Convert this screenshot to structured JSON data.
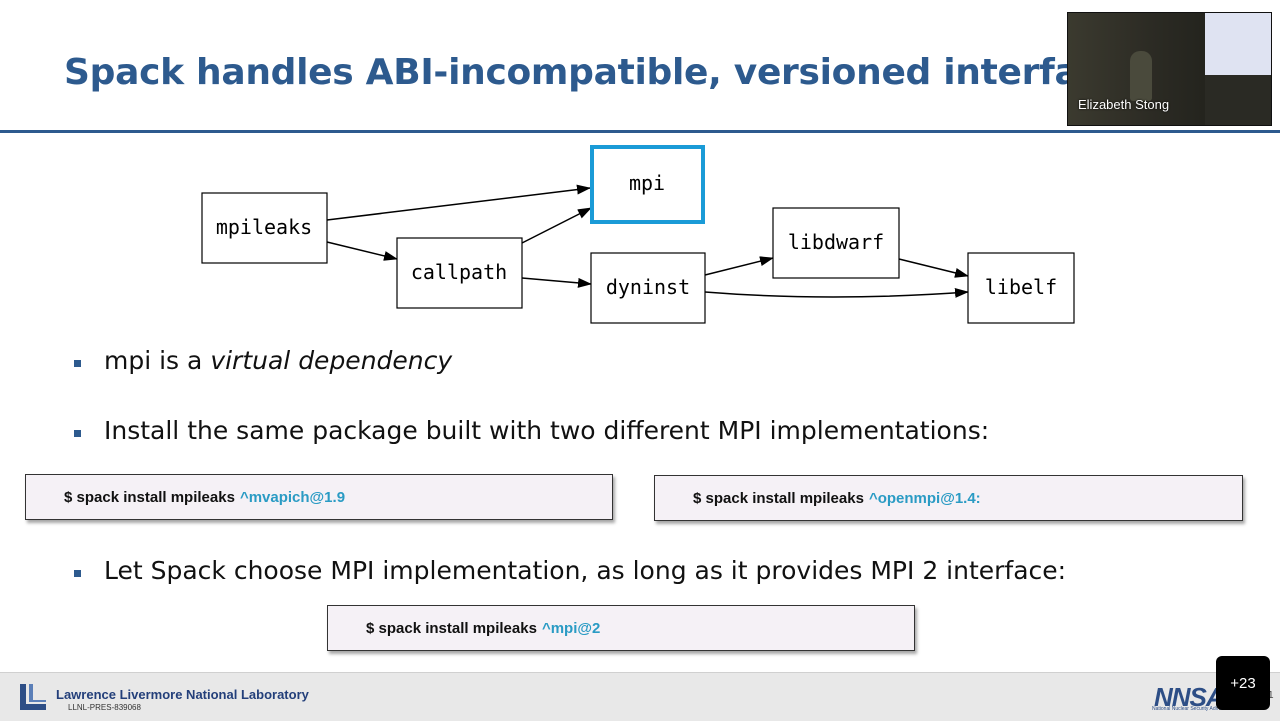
{
  "slide": {
    "title": "Spack handles ABI-incompatible, versioned interfaces like",
    "graph": {
      "nodes": [
        "mpi",
        "mpileaks",
        "callpath",
        "dyninst",
        "libdwarf",
        "libelf"
      ]
    },
    "bullets": [
      {
        "pre": "mpi is a ",
        "em": "virtual dependency"
      },
      {
        "text": "Install the same package built with two different MPI implementations:"
      },
      {
        "text": "Let Spack choose MPI implementation, as long as it provides MPI 2 interface:"
      }
    ],
    "commands": [
      {
        "prefix": "$ spack install mpileaks",
        "highlight": "^mvapich@1.9"
      },
      {
        "prefix": "$ spack install mpileaks",
        "highlight": "^openmpi@1.4:"
      },
      {
        "prefix": "$ spack install mpileaks",
        "highlight": "^mpi@2"
      }
    ]
  },
  "footer": {
    "lab_name": "Lawrence Livermore National Laboratory",
    "pres_id": "LLNL-PRES-839068",
    "nnsa": "NNSA",
    "nnsa_sub": "National Nuclear Security Administration",
    "page_number": "1"
  },
  "video": {
    "speaker": "Elizabeth Stong"
  },
  "participants_badge": "+23",
  "colors": {
    "title": "#2d5a8e",
    "highlight": "#2a9bc4",
    "mpi_border": "#1a9bd7"
  }
}
